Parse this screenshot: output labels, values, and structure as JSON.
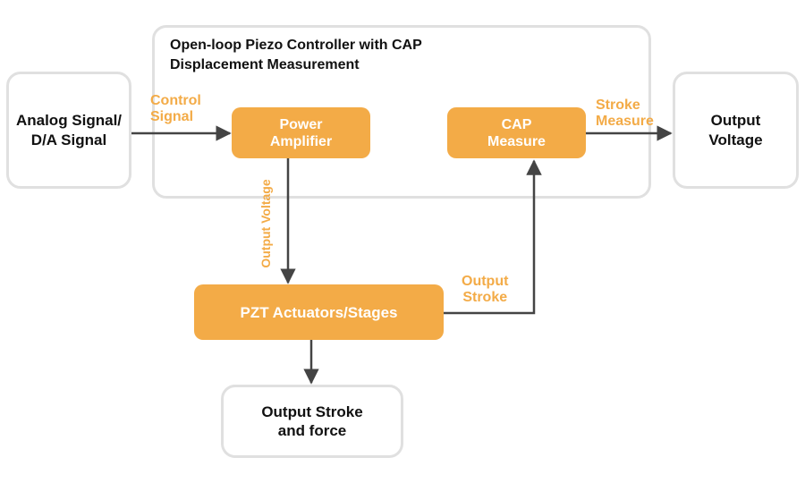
{
  "container": {
    "title": "Open-loop Piezo Controller with CAP\nDisplacement Measurement"
  },
  "nodes": {
    "analog_input": "Analog Signal/\nD/A Signal",
    "power_amplifier": "Power\nAmplifier",
    "cap_measure": "CAP\nMeasure",
    "output_voltage": "Output\nVoltage",
    "pzt": "PZT Actuators/Stages",
    "output_stroke_force": "Output Stroke\nand force"
  },
  "edge_labels": {
    "control_signal": "Control\nSignal",
    "stroke_measure": "Stroke\nMeasure",
    "output_voltage_vertical": "Output Voltage",
    "output_stroke": "Output\nStroke"
  },
  "colors": {
    "accent": "#f3ab47",
    "border": "#e0e0e0",
    "arrow": "#444444",
    "text": "#111111"
  }
}
